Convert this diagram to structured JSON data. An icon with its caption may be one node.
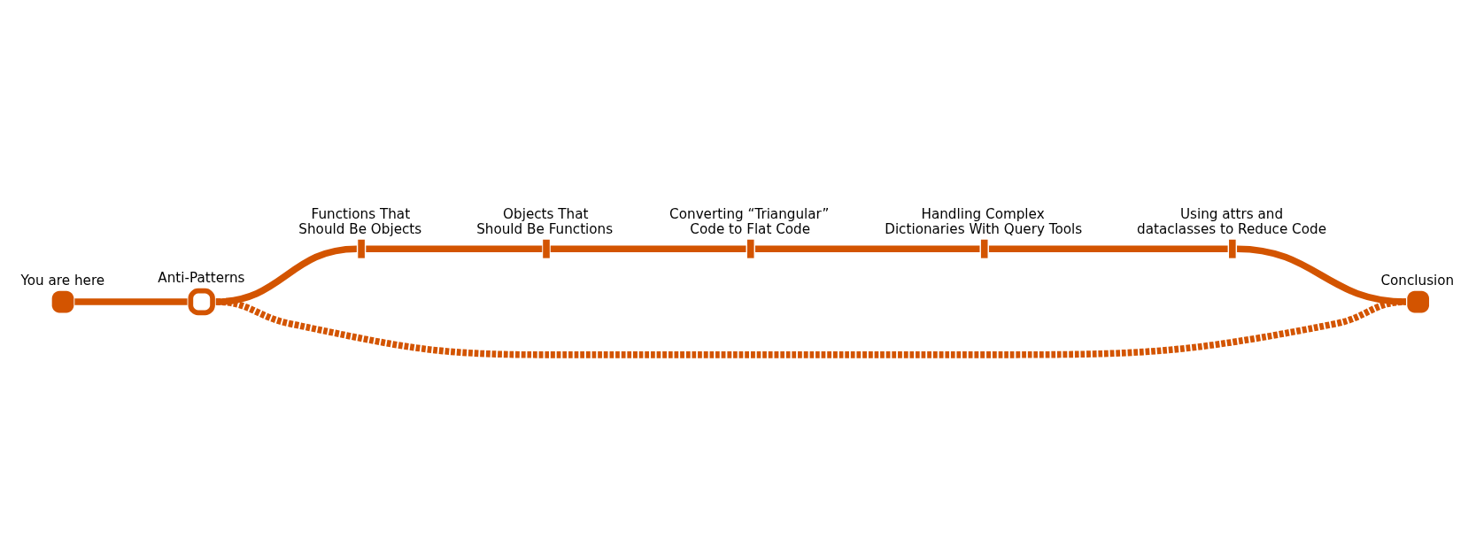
{
  "diagram": {
    "nodes": [
      {
        "text": [
          "You are here"
        ]
      },
      {
        "text": [
          "Anti-Patterns"
        ]
      },
      {
        "text": [
          "Functions That Should Be Objects"
        ]
      },
      {
        "text": [
          "Objects That Should Be Functions"
        ]
      },
      {
        "text": [
          "Converting “Triangular” Code to Flat Code"
        ]
      },
      {
        "text": [
          "Handling Complex Dictionaries With Query Tools"
        ]
      },
      {
        "text": [
          "Using attrs and dataclasses to Reduce Code"
        ]
      },
      {
        "text": [
          "Conclusion"
        ]
      }
    ],
    "edges": [
      {
        "from": 0,
        "to": 1,
        "arrow": "none"
      },
      {
        "from": 1,
        "to": 2,
        "arrow": "none"
      },
      {
        "from": 2,
        "to": 3,
        "arrow": "none"
      },
      {
        "from": 3,
        "to": 4,
        "arrow": "none"
      },
      {
        "from": 4,
        "to": 5,
        "arrow": "none"
      },
      {
        "from": 5,
        "to": 6,
        "arrow": "none"
      },
      {
        "from": 6,
        "to": 7,
        "arrow": "none"
      },
      {
        "from": 1,
        "to": 7,
        "arrow": "none",
        "style": "dashed"
      }
    ]
  }
}
